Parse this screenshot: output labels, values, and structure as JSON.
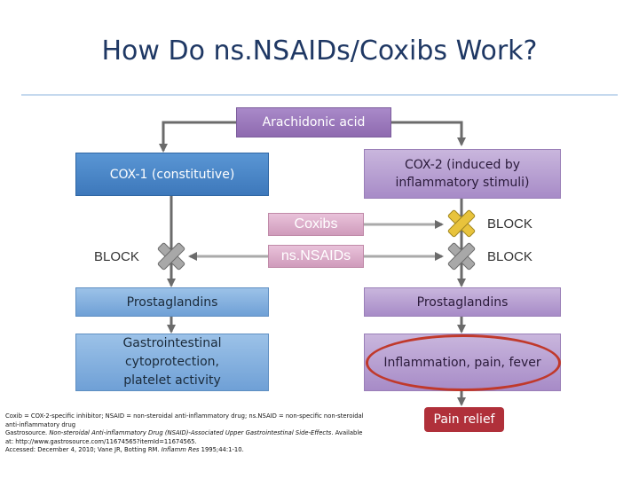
{
  "title": "How Do ns.NSAIDs/Coxibs Work?",
  "nodes": {
    "arachidonic_acid": "Arachidonic acid",
    "cox1": "COX-1 (constitutive)",
    "cox2": "COX-2 (induced by inflammatory stimuli)",
    "coxibs": "Coxibs",
    "nsnsaids": "ns.NSAIDs",
    "prostaglandins_left": "Prostaglandins",
    "prostaglandins_right": "Prostaglandins",
    "gi_protection": "Gastrointestinal cytoprotection, platelet activity",
    "inflammation": "Inflammation, pain, fever",
    "pain_relief": "Pain relief"
  },
  "block_labels": {
    "left": "BLOCK",
    "right_top": "BLOCK",
    "right_bottom": "BLOCK"
  },
  "references": {
    "line1": "Coxib = COX-2-specific inhibitor; NSAID = non-steroidal anti-inflammatory drug; ns.NSAID = non-specific non-steroidal anti-inflammatory drug",
    "line2_prefix": "Gastrosource. ",
    "line2_italic": "Non-steroidal Anti-inflammatory Drug (NSAID)-Associated Upper Gastrointestinal Side-Effects",
    "line2_suffix": ". Available at: http://www.gastrosource.com/11674565?itemId=11674565.",
    "line3_prefix": "Accessed: December 4, 2010; Vane JR, Botting RM. ",
    "line3_italic": "Inflamm Res",
    "line3_suffix": " 1995;44:1-10."
  },
  "colors": {
    "cox1_blue": "#3f7cc0",
    "cox2_purple": "#a78bc7",
    "block_cross_yellow": "#e6c23a",
    "block_cross_gray": "#9a9a9a",
    "highlight_red": "#c0392b"
  }
}
